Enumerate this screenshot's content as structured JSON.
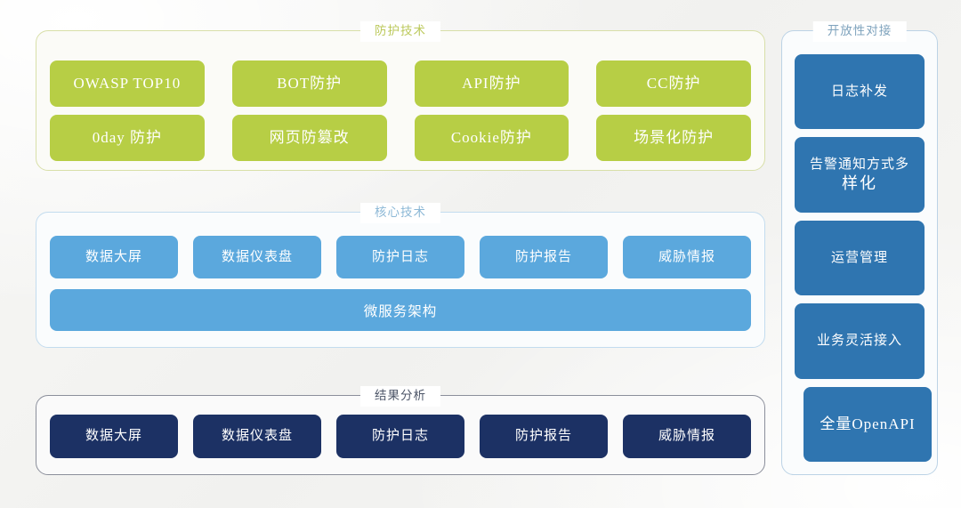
{
  "background": {
    "base_color": "#f4f4f2"
  },
  "palette": {
    "green": "#b7ce45",
    "green_border": "#d8dfa8",
    "blue": "#5ba8dd",
    "blue_border": "#c3dcef",
    "navy": "#1c3164",
    "navy_border": "#8b8f9b",
    "sidebar_blue": "#2f75b0",
    "sidebar_border": "#bcd3e6"
  },
  "protection": {
    "title": "防护技术",
    "items": [
      "OWASP TOP10",
      "BOT防护",
      "API防护",
      "CC防护",
      "0day 防护",
      "网页防篡改",
      "Cookie防护",
      "场景化防护"
    ]
  },
  "core": {
    "title": "核心技术",
    "items": [
      "数据大屏",
      "数据仪表盘",
      "防护日志",
      "防护报告",
      "威胁情报"
    ],
    "foundation": "微服务架构"
  },
  "results": {
    "title": "结果分析",
    "items": [
      "数据大屏",
      "数据仪表盘",
      "防护日志",
      "防护报告",
      "威胁情报"
    ]
  },
  "open_api": {
    "title": "开放性对接",
    "items": [
      {
        "text": "日志补发"
      },
      {
        "line1": "告警通知方式多",
        "line2": "样化"
      },
      {
        "text": "运营管理"
      },
      {
        "text": "业务灵活接入"
      },
      {
        "text": "全量OpenAPI"
      }
    ]
  }
}
